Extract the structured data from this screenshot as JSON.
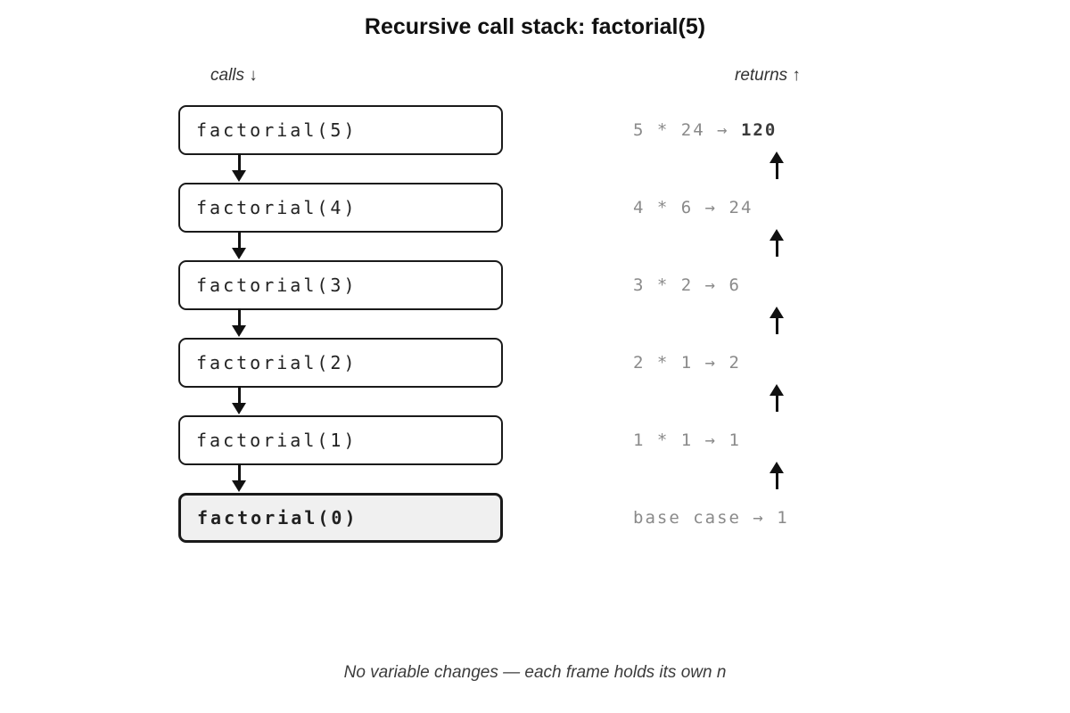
{
  "title": "Recursive call stack: factorial(5)",
  "headers": {
    "calls": "calls ↓",
    "returns": "returns ↑"
  },
  "frames": [
    {
      "label": "factorial(5)",
      "base_case": false
    },
    {
      "label": "factorial(4)",
      "base_case": false
    },
    {
      "label": "factorial(3)",
      "base_case": false
    },
    {
      "label": "factorial(2)",
      "base_case": false
    },
    {
      "label": "factorial(1)",
      "base_case": false
    },
    {
      "label": "factorial(0)",
      "base_case": true
    }
  ],
  "returns": [
    {
      "prefix": "5 * 24 → ",
      "result": "120"
    },
    {
      "prefix": "4 * 6 → 24",
      "result": ""
    },
    {
      "prefix": "3 * 2 → 6",
      "result": ""
    },
    {
      "prefix": "2 * 1 → 2",
      "result": ""
    },
    {
      "prefix": "1 * 1 → 1",
      "result": ""
    },
    {
      "prefix": "base case → 1",
      "result": ""
    }
  ],
  "caption": "No variable changes — each frame holds its own n",
  "colors": {
    "frame_border": "#1a1a1a",
    "base_case_background": "#f0f0f0",
    "muted_text": "#8a8a8a",
    "emphasis_text": "#3a3a3a"
  }
}
